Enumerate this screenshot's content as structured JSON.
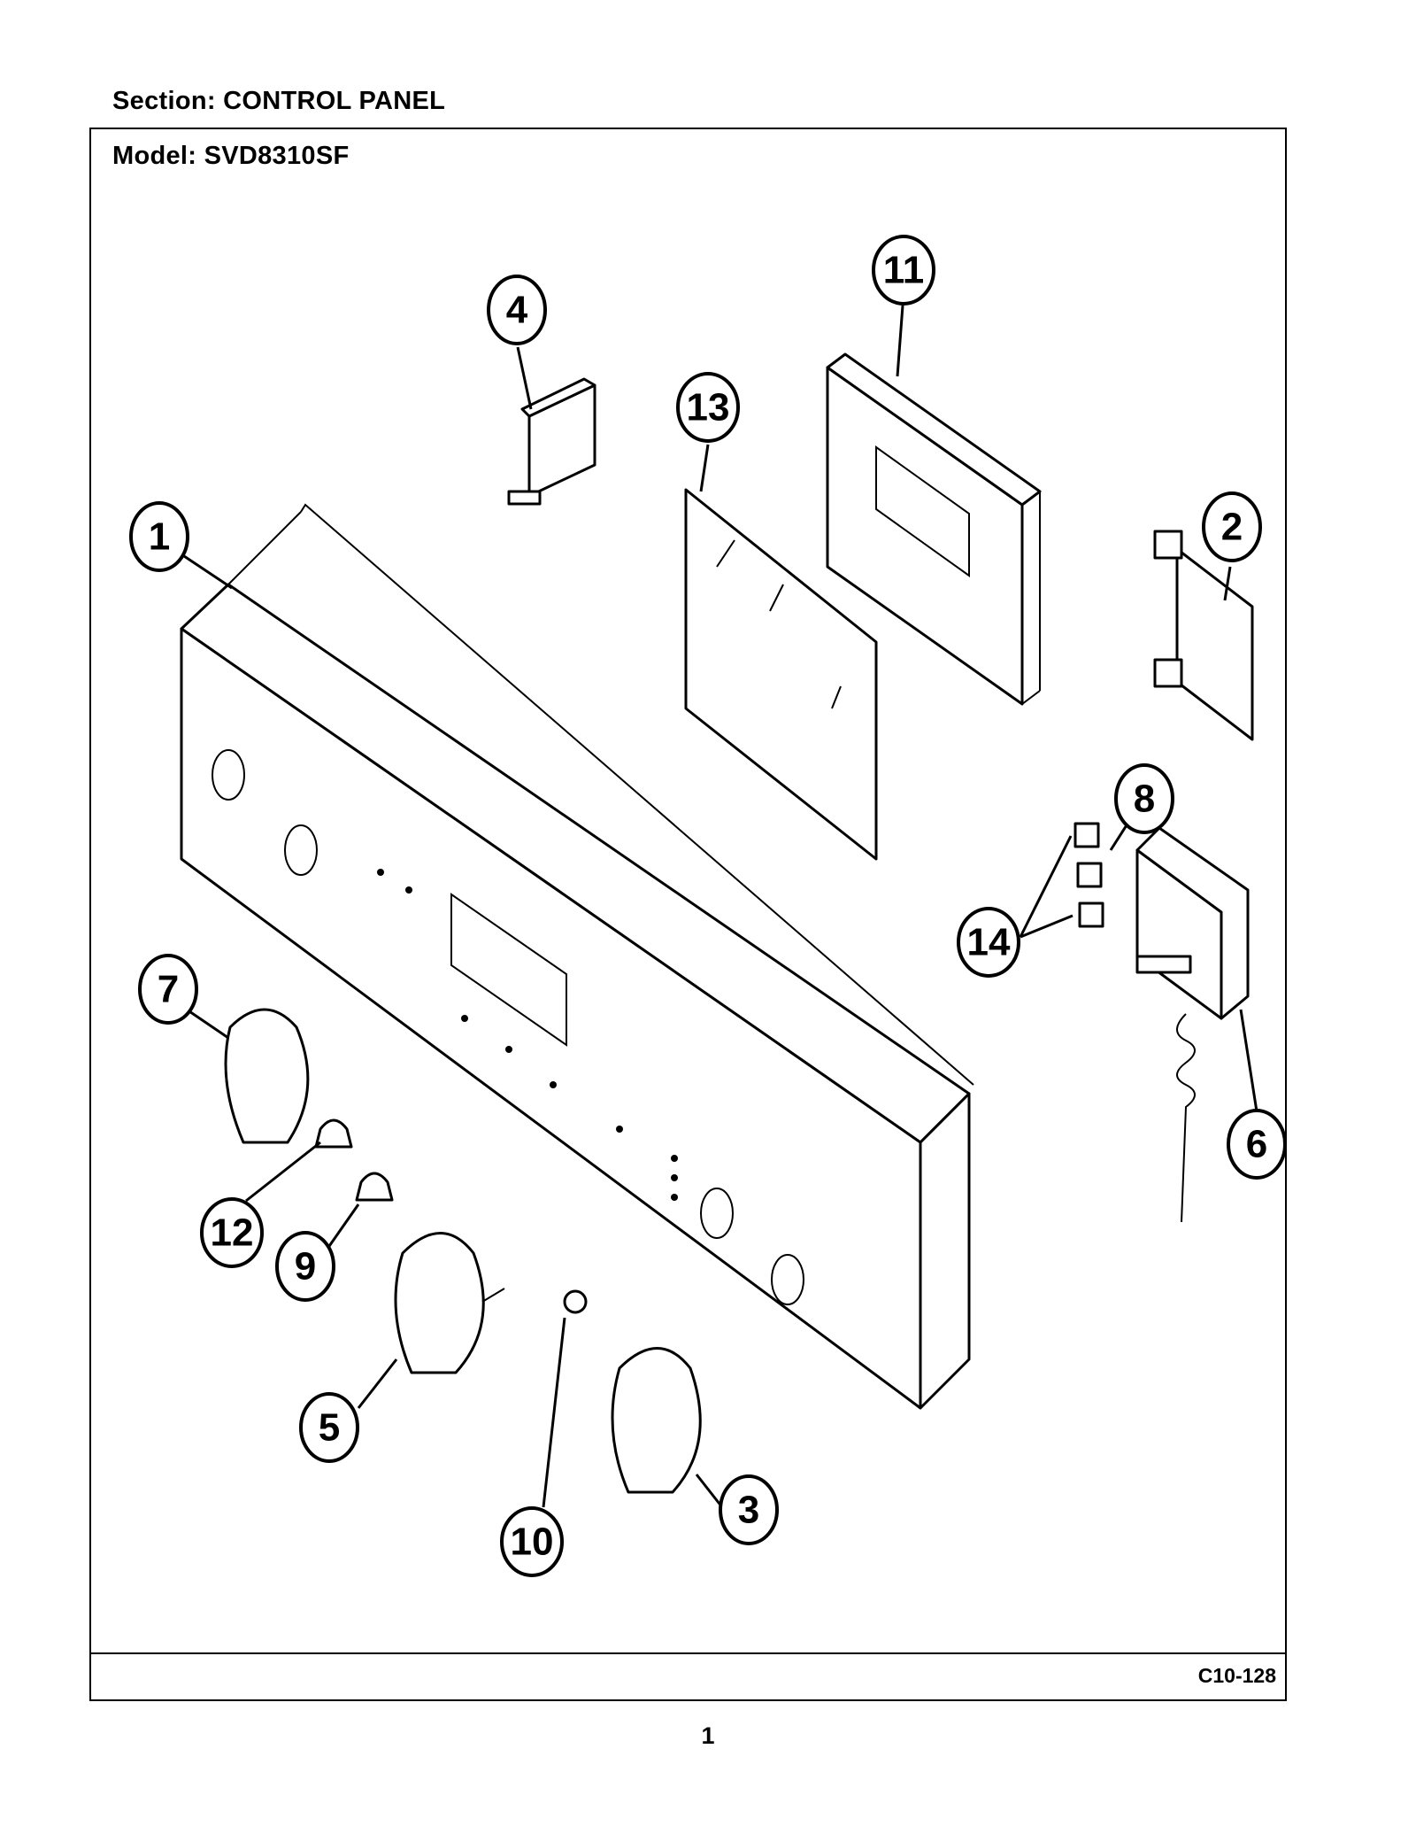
{
  "header": {
    "section_label": "Section:  CONTROL PANEL",
    "model_label": "Model:  SVD8310SF"
  },
  "footer": {
    "diagram_code": "C10-128",
    "page_number": "1"
  },
  "callouts": [
    {
      "id": "1",
      "label": "1"
    },
    {
      "id": "2",
      "label": "2"
    },
    {
      "id": "3",
      "label": "3"
    },
    {
      "id": "4",
      "label": "4"
    },
    {
      "id": "5",
      "label": "5"
    },
    {
      "id": "6",
      "label": "6"
    },
    {
      "id": "7",
      "label": "7"
    },
    {
      "id": "8",
      "label": "8"
    },
    {
      "id": "9",
      "label": "9"
    },
    {
      "id": "10",
      "label": "10"
    },
    {
      "id": "11",
      "label": "11"
    },
    {
      "id": "12",
      "label": "12"
    },
    {
      "id": "13",
      "label": "13"
    },
    {
      "id": "14",
      "label": "14"
    }
  ]
}
